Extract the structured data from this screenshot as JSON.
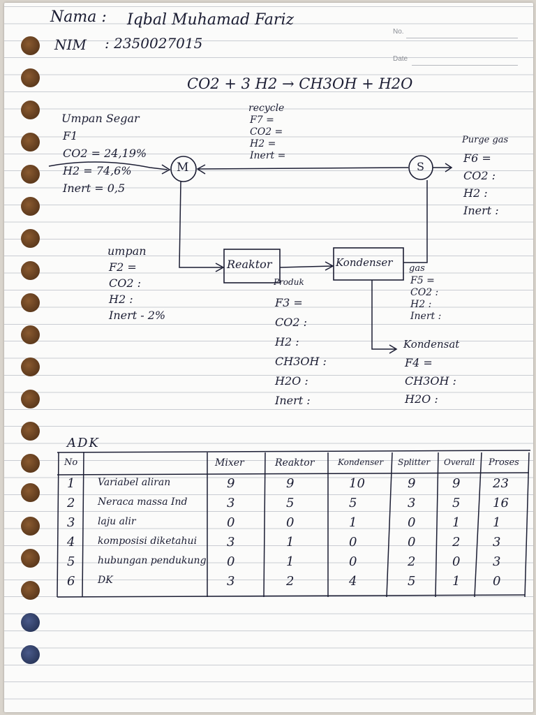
{
  "header": {
    "name_label": "Nama :",
    "name_value": "Iqbal Muhamad Fariz",
    "nim_label": "NIM",
    "nim_value": ": 2350027015",
    "printed_no": "No.",
    "printed_date": "Date"
  },
  "reaction": "CO2 + 3 H2 → CH3OH + H2O",
  "diagram": {
    "fresh_feed": {
      "title": "Umpan Segar",
      "lines": [
        "F1",
        "CO2 = 24,19%",
        "H2 = 74,6%",
        "Inert = 0,5"
      ]
    },
    "recycle": {
      "title": "recycle",
      "lines": [
        "F7 =",
        "CO2 =",
        "H2 =",
        "Inert ="
      ]
    },
    "purge": {
      "title": "Purge gas",
      "lines": [
        "F6 =",
        "CO2 :",
        "H2 :",
        "Inert :"
      ]
    },
    "feed": {
      "title": "umpan",
      "lines": [
        "F2 =",
        "CO2 :",
        "H2 :",
        "Inert - 2%"
      ]
    },
    "product": {
      "title": "Produk",
      "lines": [
        "F3 =",
        "CO2 :",
        "H2 :",
        "CH3OH :",
        "H2O :",
        "Inert :"
      ]
    },
    "gas": {
      "title": "gas",
      "lines": [
        "F5 =",
        "CO2 :",
        "H2 :",
        "Inert :"
      ]
    },
    "condensate": {
      "title": "Kondensat",
      "lines": [
        "F4 =",
        "CH3OH :",
        "H2O :"
      ]
    },
    "units": {
      "mixer": "M",
      "splitter": "S",
      "reactor": "Reaktor",
      "condenser": "Kondenser"
    }
  },
  "adk": {
    "title": "ADK",
    "headers": [
      "No",
      "",
      "Mixer",
      "Reaktor",
      "Kondenser",
      "Splitter",
      "Overall",
      "Proses"
    ],
    "rows": [
      [
        "1",
        "Variabel aliran",
        "9",
        "9",
        "10",
        "9",
        "9",
        "23"
      ],
      [
        "2",
        "Neraca massa Ind",
        "3",
        "5",
        "5",
        "3",
        "5",
        "16"
      ],
      [
        "3",
        "laju alir",
        "0",
        "0",
        "1",
        "0",
        "1",
        "1"
      ],
      [
        "4",
        "komposisi diketahui",
        "3",
        "1",
        "0",
        "0",
        "2",
        "3"
      ],
      [
        "5",
        "hubungan pendukung",
        "0",
        "1",
        "0",
        "2",
        "0",
        "3"
      ],
      [
        "6",
        "DK",
        "3",
        "2",
        "4",
        "5",
        "1",
        "0"
      ]
    ]
  },
  "colors": {
    "ink": "#1b1d33",
    "paper": "#fbfbfa",
    "rule": "#c9ccd2",
    "hole": "#6a4020"
  }
}
